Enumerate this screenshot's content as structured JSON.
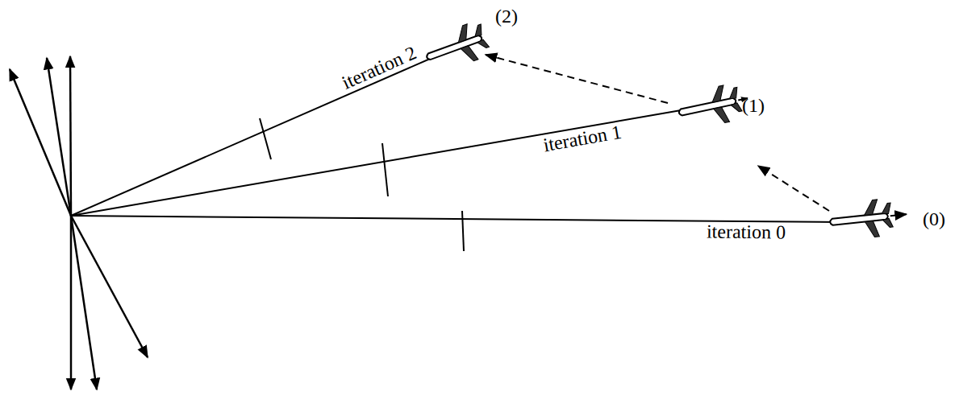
{
  "diagram": {
    "labels": [
      "(2)",
      "(1)",
      "iteration 2",
      "iteration 1",
      "(0)",
      "iteration 0"
    ]
  }
}
